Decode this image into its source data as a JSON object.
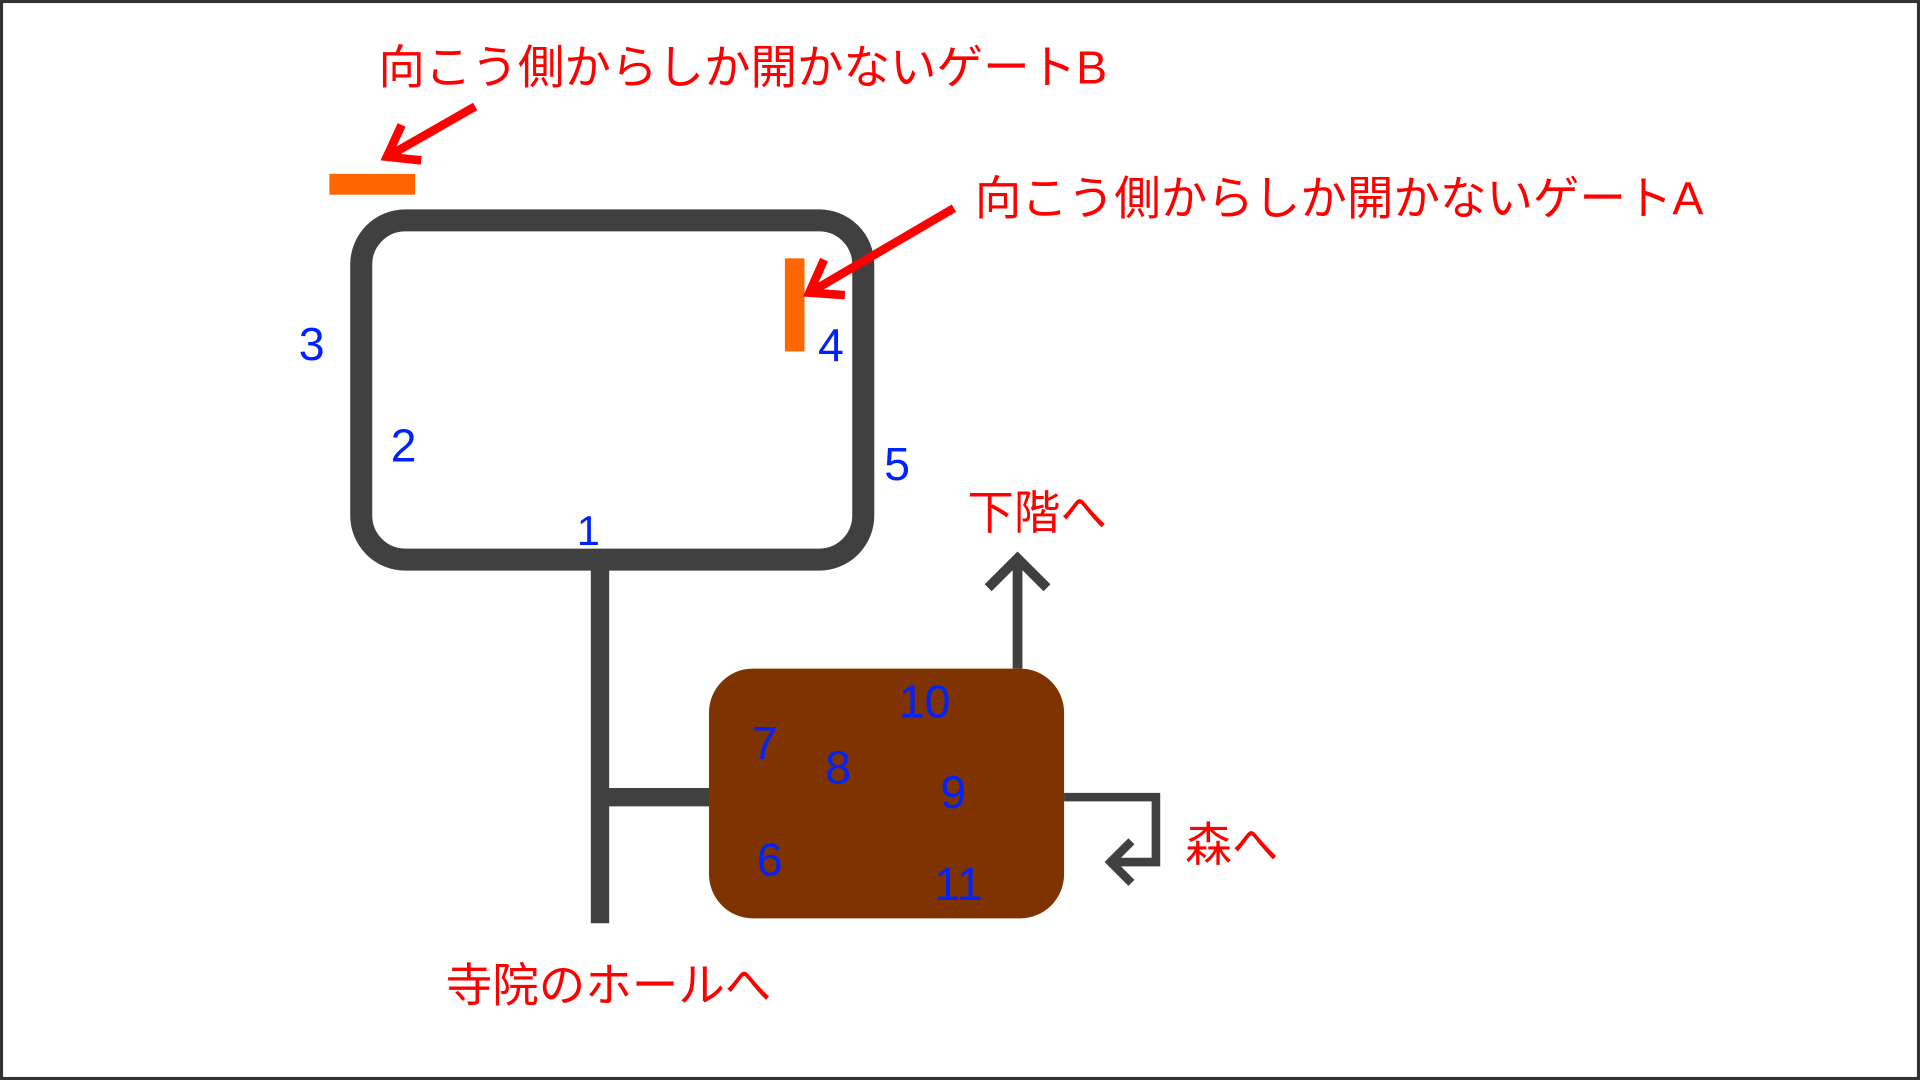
{
  "colors": {
    "path": "#404040",
    "room": "#7f3300",
    "gate": "#ff6600",
    "label": "#ff0000",
    "number": "#0022ff"
  },
  "labels": {
    "gate_b": "向こう側からしか開かないゲートB",
    "gate_a": "向こう側からしか開かないゲートA",
    "downstairs": "下階へ",
    "forest": "森へ",
    "temple_hall": "寺院のホールへ"
  },
  "points": [
    "1",
    "2",
    "3",
    "4",
    "5",
    "6",
    "7",
    "8",
    "9",
    "10",
    "11"
  ]
}
